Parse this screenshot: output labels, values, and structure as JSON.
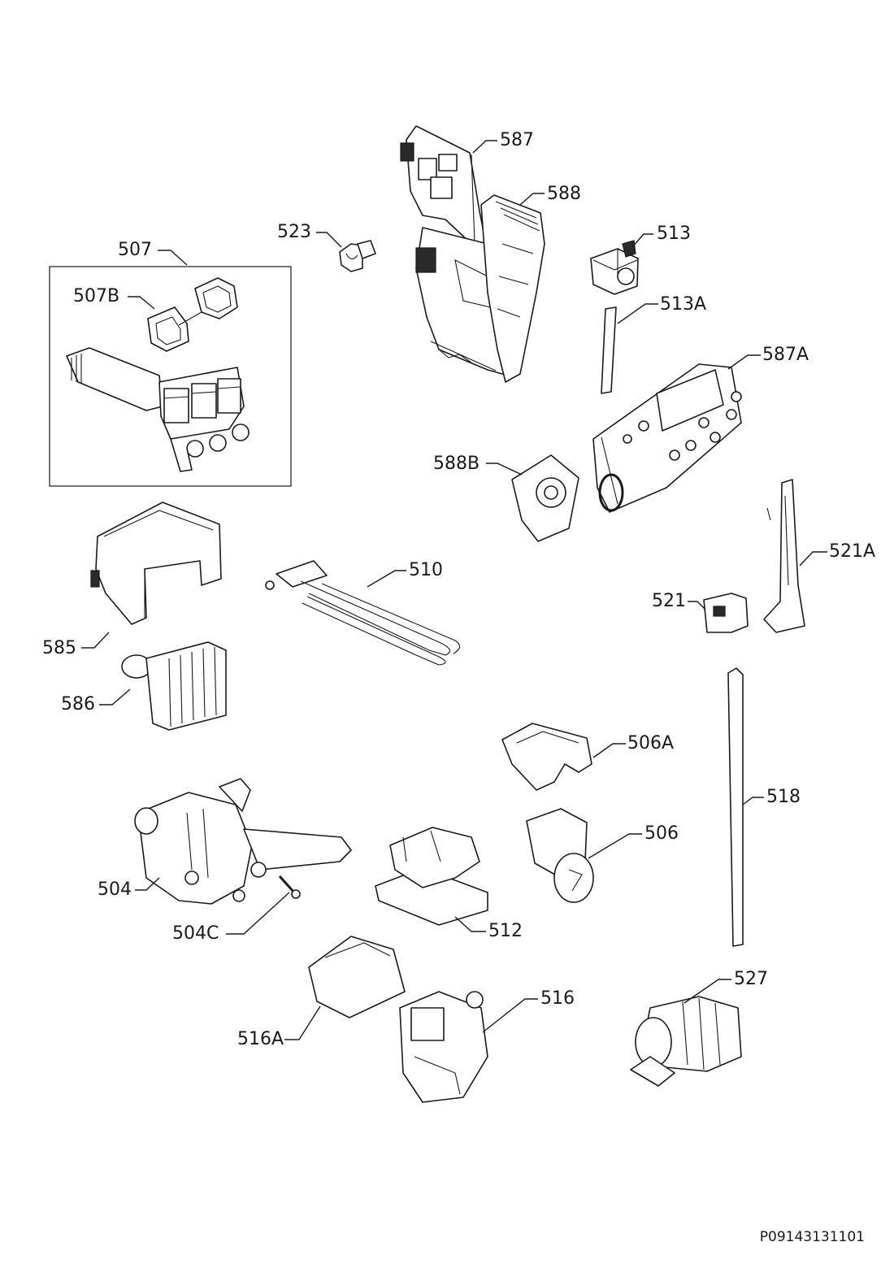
{
  "diagram": {
    "labels": {
      "l507": "507",
      "l507B": "507B",
      "l523": "523",
      "l587": "587",
      "l588": "588",
      "l513": "513",
      "l513A": "513A",
      "l587A": "587A",
      "l588B": "588B",
      "l585": "585",
      "l586": "586",
      "l510": "510",
      "l521": "521",
      "l521A": "521A",
      "l506A": "506A",
      "l518": "518",
      "l506": "506",
      "l504": "504",
      "l504C": "504C",
      "l512": "512",
      "l516": "516",
      "l516A": "516A",
      "l527": "527"
    },
    "reference_code": "P09143131101"
  }
}
